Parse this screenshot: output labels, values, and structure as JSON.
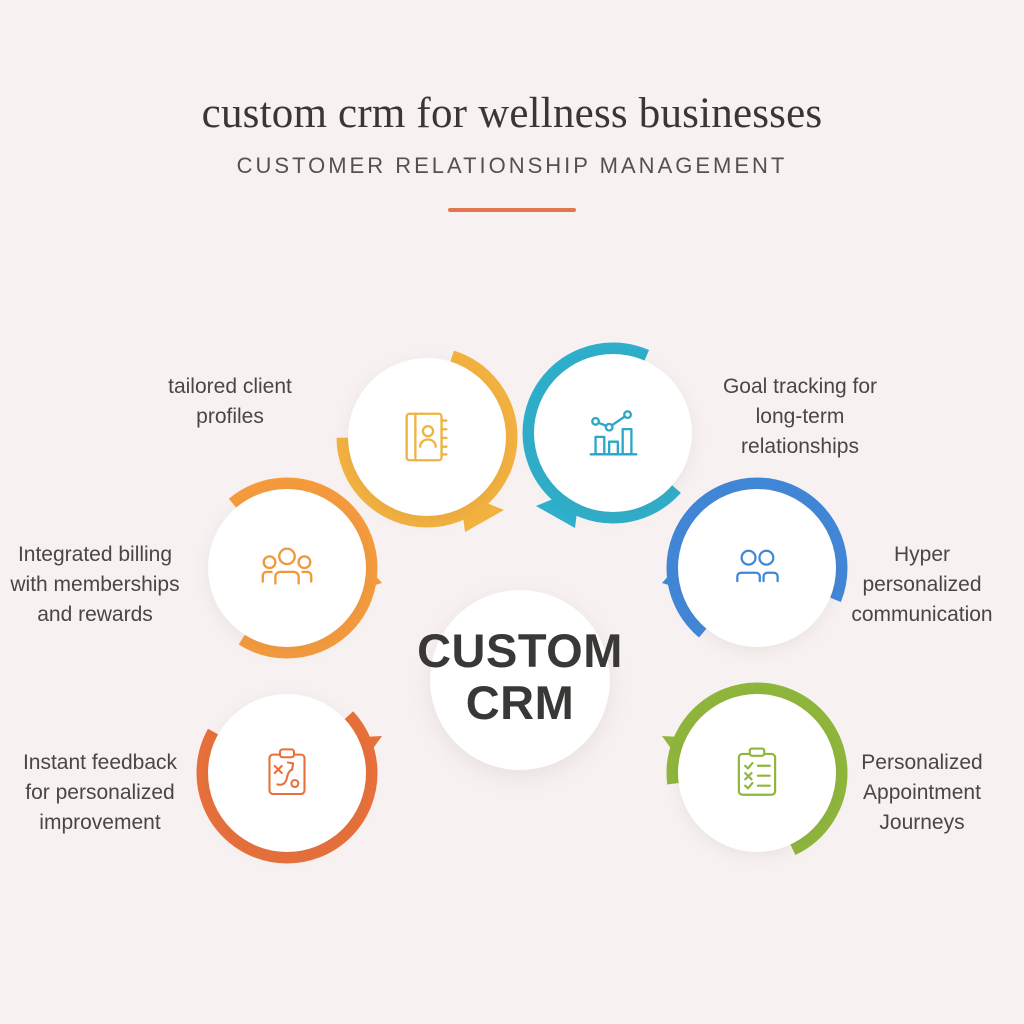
{
  "background_color": "#f7f2f1",
  "header": {
    "title": "custom crm for wellness businesses",
    "subtitle": "CUSTOMER RELATIONSHIP MANAGEMENT",
    "divider_color": "#e3784f"
  },
  "hub": {
    "label": "CUSTOM\nCRM",
    "text_color": "#3a3836",
    "circle_color": "#ffffff"
  },
  "nodes": [
    {
      "id": "tailored-client-profiles",
      "caption": "tailored client\nprofiles",
      "color": "#f3b23f",
      "icon": "address-book-icon"
    },
    {
      "id": "goal-tracking",
      "caption": "Goal tracking for\nlong-term\nrelationships",
      "color": "#2eafcb",
      "icon": "bar-chart-trend-icon"
    },
    {
      "id": "hyper-personalized-communication",
      "caption": "Hyper\npersonalized\ncommunication",
      "color": "#4187d8",
      "icon": "two-people-icon"
    },
    {
      "id": "personalized-appointment-journeys",
      "caption": "Personalized\nAppointment\nJourneys",
      "color": "#8fb63c",
      "icon": "clipboard-checklist-icon"
    },
    {
      "id": "instant-feedback",
      "caption": "Instant feedback\nfor personalized\nimprovement",
      "color": "#e8703a",
      "icon": "clipboard-strategy-icon"
    },
    {
      "id": "integrated-billing",
      "caption": "Integrated billing\nwith memberships\nand rewards",
      "color": "#f59b3d",
      "icon": "group-people-icon"
    }
  ]
}
